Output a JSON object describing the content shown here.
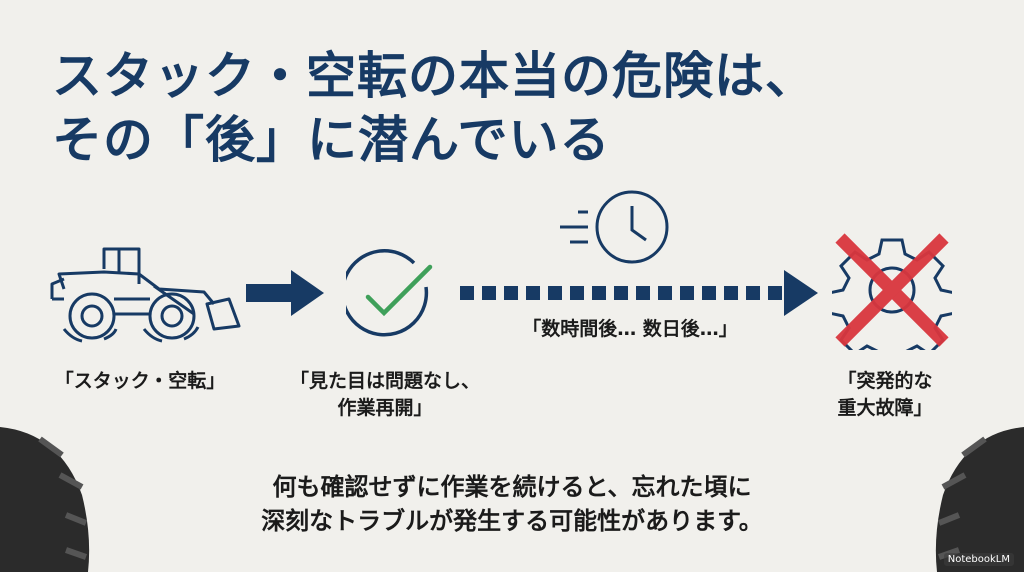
{
  "title": {
    "line1": "スタック・空転の本当の危険は、",
    "line2": "その「後」に潜んでいる"
  },
  "steps": [
    {
      "icon": "wheel-loader-icon",
      "label_lines": [
        "「スタック・空転」"
      ]
    },
    {
      "icon": "check-circle-icon",
      "label_lines": [
        "「見た目は問題なし、",
        "作業再開」"
      ]
    },
    {
      "icon": "clock-icon",
      "label_lines": [
        "「数時間後… 数日後…」"
      ]
    },
    {
      "icon": "broken-gear-icon",
      "label_lines": [
        "「突発的な",
        "重大故障」"
      ]
    }
  ],
  "message": {
    "line1": "何も確認せずに作業を続けると、忘れた頃に",
    "line2": "深刻なトラブルが発生する可能性があります。"
  },
  "watermark": "NotebookLM",
  "colors": {
    "navy": "#173a64",
    "green": "#3fa05a",
    "red": "#d9363e",
    "background": "#f1f0ec"
  }
}
